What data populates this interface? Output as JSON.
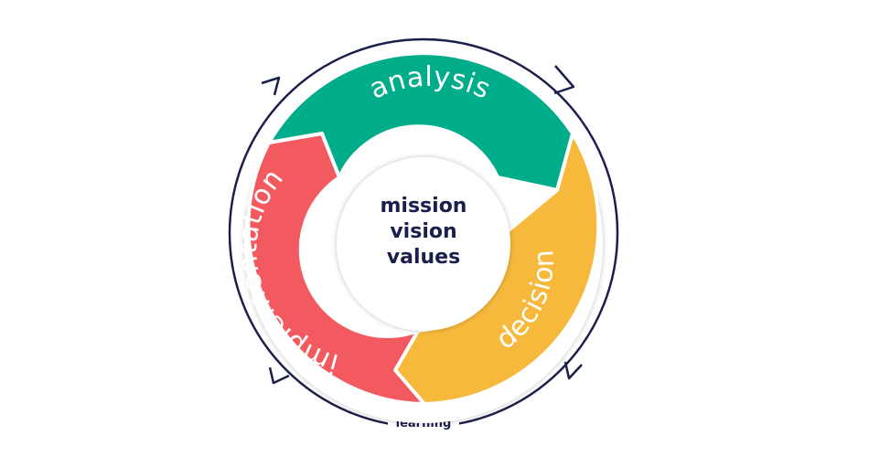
{
  "diagram": {
    "segments": [
      {
        "key": "analysis",
        "label": "analysis",
        "color": "#00ad8b"
      },
      {
        "key": "decision",
        "label": "decision",
        "color": "#f6b93b"
      },
      {
        "key": "implementation",
        "label": "implementation",
        "color": "#f25a5f"
      }
    ],
    "center": {
      "lines": [
        "mission",
        "vision",
        "values"
      ]
    },
    "outer_ring": {
      "label": "learning",
      "color": "#1b1f4b"
    }
  }
}
